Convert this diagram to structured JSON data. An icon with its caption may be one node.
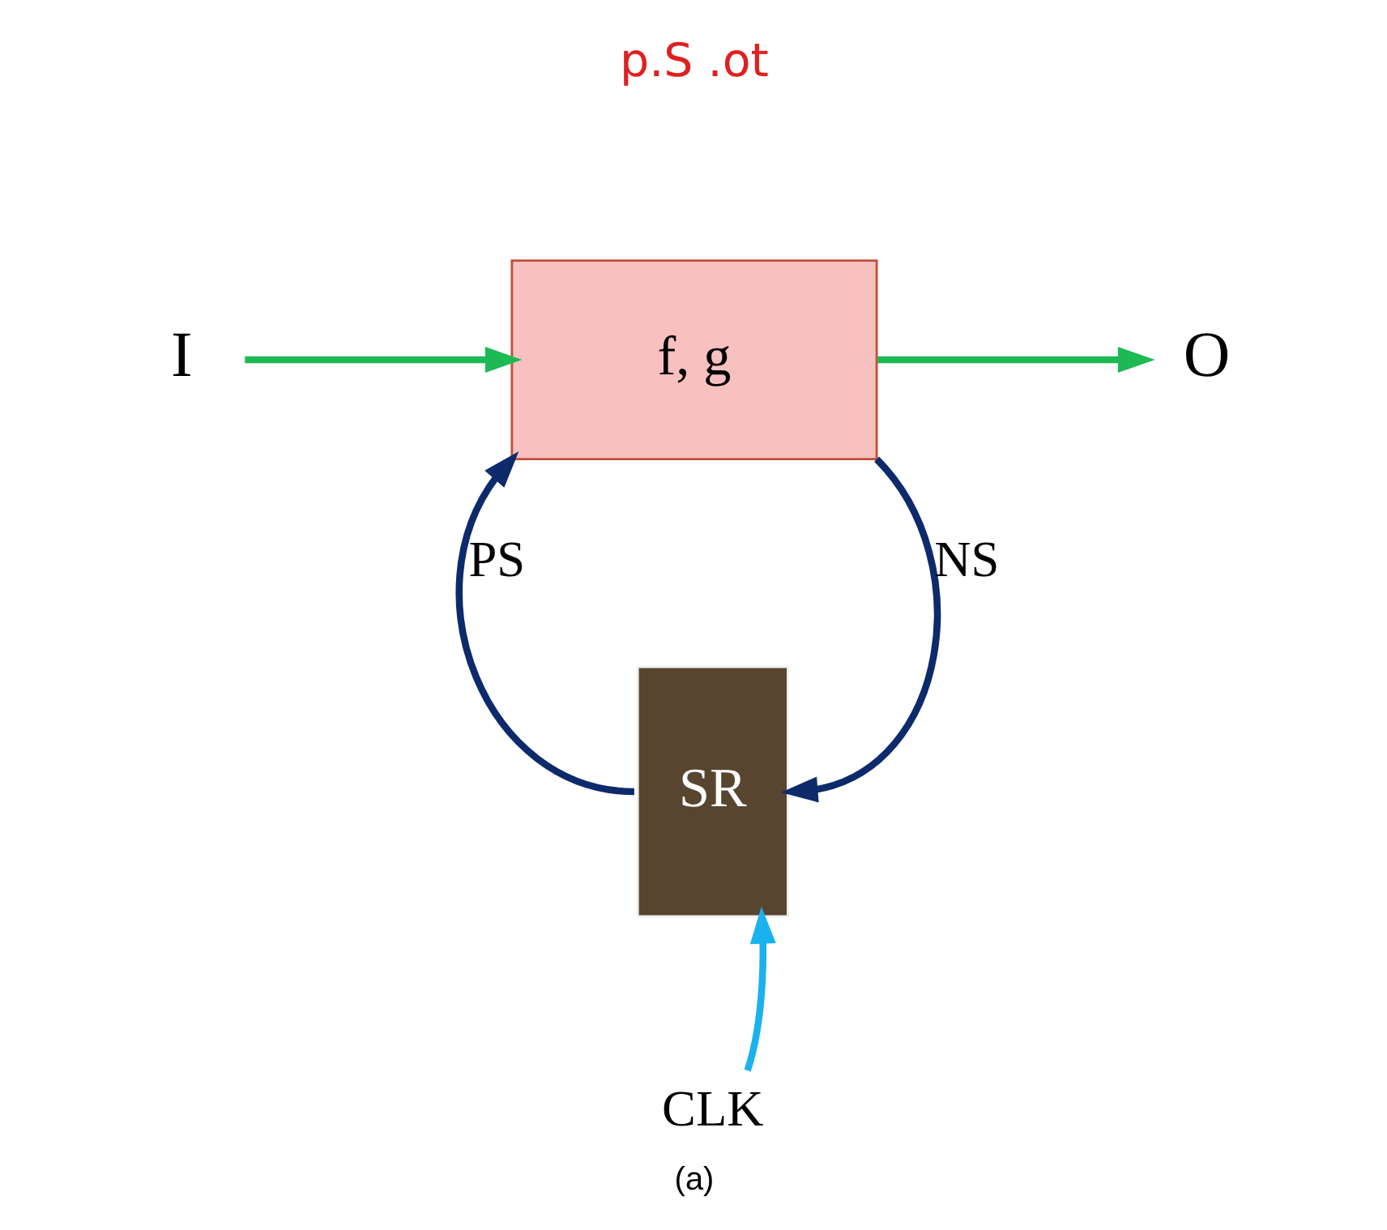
{
  "diagram": {
    "caption": "(a)",
    "nodes": [
      {
        "text": [
          "I"
        ]
      },
      {
        "text": [
          "f, g"
        ]
      },
      {
        "text": [
          "O"
        ]
      },
      {
        "text": [
          "SR"
        ]
      },
      {
        "text": [
          "CLK"
        ]
      }
    ],
    "edges": [
      {
        "from": 0,
        "to": 1,
        "arrow": "to",
        "color": "#1db954"
      },
      {
        "from": 1,
        "to": 2,
        "arrow": "to",
        "color": "#1db954"
      },
      {
        "from": 1,
        "to": 3,
        "arrow": "to",
        "label": "NS",
        "color": "#0d2a6b"
      },
      {
        "from": 3,
        "to": 1,
        "arrow": "to",
        "label": "PS",
        "color": "#0d2a6b"
      },
      {
        "from": 4,
        "to": 3,
        "arrow": "to",
        "color": "#19b2ef"
      }
    ],
    "labels": [
      "p.S .ot"
    ]
  }
}
